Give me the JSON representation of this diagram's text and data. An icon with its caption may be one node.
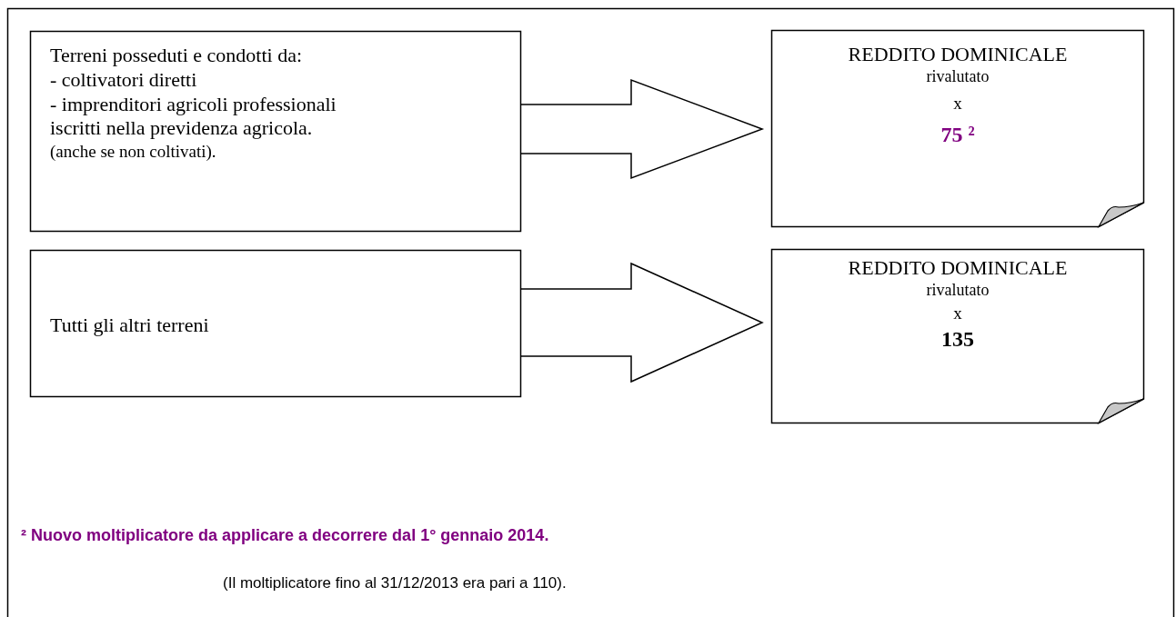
{
  "diagram": {
    "nodes": [
      {
        "text": [
          "Terreni posseduti e condotti da:",
          "- coltivatori diretti",
          "- imprenditori agricoli professionali",
          "iscritti nella previdenza agricola.",
          "(anche se non coltivati)."
        ]
      },
      {
        "text": [
          "REDDITO DOMINICALE",
          "rivalutato",
          "x",
          "75 ²"
        ]
      },
      {
        "text": [
          "Tutti gli altri terreni"
        ]
      },
      {
        "text": [
          "REDDITO DOMINICALE",
          "rivalutato",
          "x",
          "135"
        ]
      }
    ],
    "edges": [
      {
        "from": 0,
        "to": 1,
        "arrow": "to"
      },
      {
        "from": 2,
        "to": 3,
        "arrow": "to"
      }
    ],
    "labels": [
      "² Nuovo moltiplicatore da applicare a decorrere dal 1° gennaio 2014.",
      "(Il moltiplicatore fino al 31/12/2013 era pari a 110)."
    ]
  }
}
